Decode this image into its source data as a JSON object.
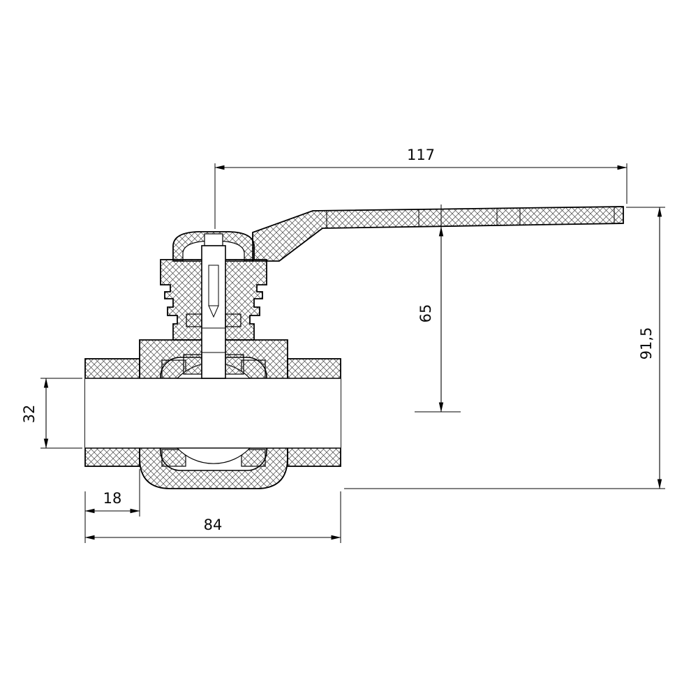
{
  "drawing": {
    "type": "technical-cross-section",
    "subject": "ball-valve-with-lever-handle",
    "colors": {
      "line": "#000000",
      "background": "#ffffff",
      "hatch": "#444444"
    },
    "dimensions": {
      "handle_span": "117",
      "axis_to_handle": "65",
      "overall_height": "91,5",
      "bore_diameter": "32",
      "socket_depth": "18",
      "body_length": "84"
    }
  }
}
